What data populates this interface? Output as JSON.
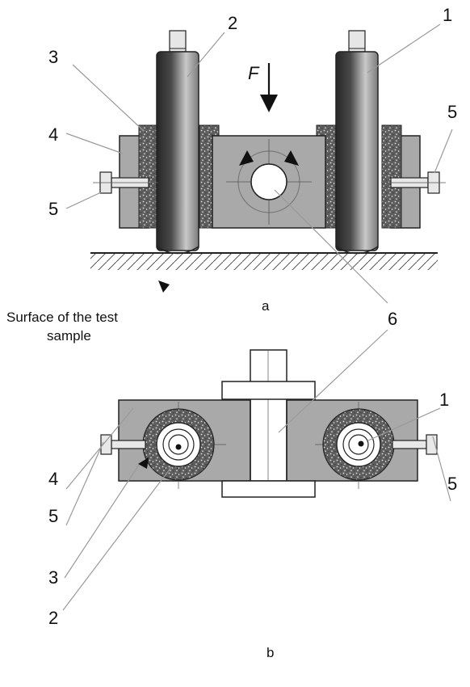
{
  "labels": {
    "n1": "1",
    "n2": "2",
    "n3": "3",
    "n4": "4",
    "n5": "5",
    "n6": "6",
    "force": "F",
    "view_a": "a",
    "view_b": "b",
    "surface_line1": "Surface of the test",
    "surface_line2": "sample"
  },
  "colors": {
    "block_fill": "#a9a9a9",
    "outline": "#222222",
    "leader": "#9a9a9a",
    "crosshair": "#555555",
    "roller_dark": "#2c2c2c",
    "roller_light": "#d8d8d8",
    "porous_fill": "#6d6d6d"
  }
}
